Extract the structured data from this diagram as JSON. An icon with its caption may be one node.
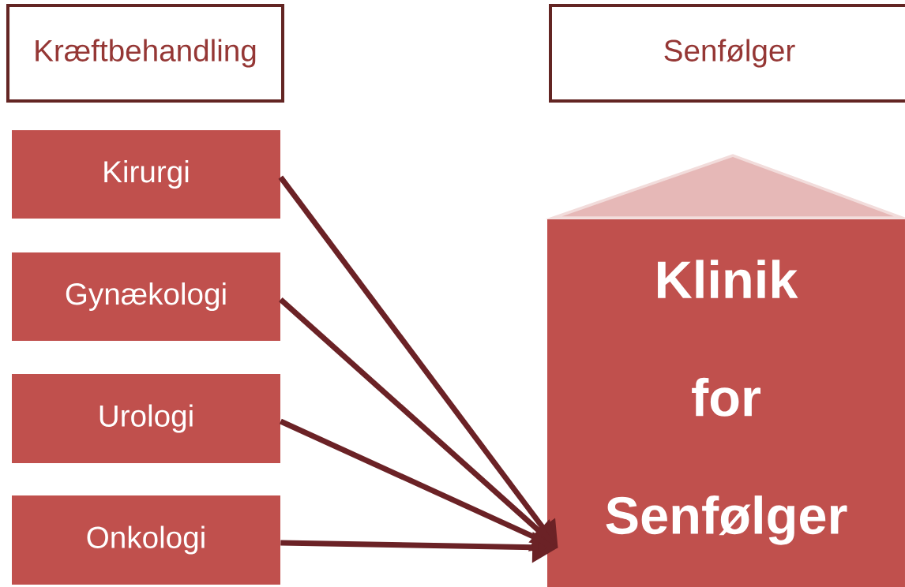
{
  "diagram": {
    "nodes": [
      {
        "text": [
          "Kræftbehandling"
        ]
      },
      {
        "text": [
          "Senfølger"
        ]
      },
      {
        "text": [
          "Kirurgi"
        ]
      },
      {
        "text": [
          "Gynækologi"
        ]
      },
      {
        "text": [
          "Urologi"
        ]
      },
      {
        "text": [
          "Onkologi"
        ]
      },
      {
        "text": [
          "Klinik for Senfølger"
        ]
      }
    ],
    "edges": [
      {
        "from": 2,
        "to": 6,
        "arrow": "to"
      },
      {
        "from": 3,
        "to": 6,
        "arrow": "to"
      },
      {
        "from": 4,
        "to": 6,
        "arrow": "to"
      },
      {
        "from": 5,
        "to": 6,
        "arrow": "to"
      }
    ]
  }
}
